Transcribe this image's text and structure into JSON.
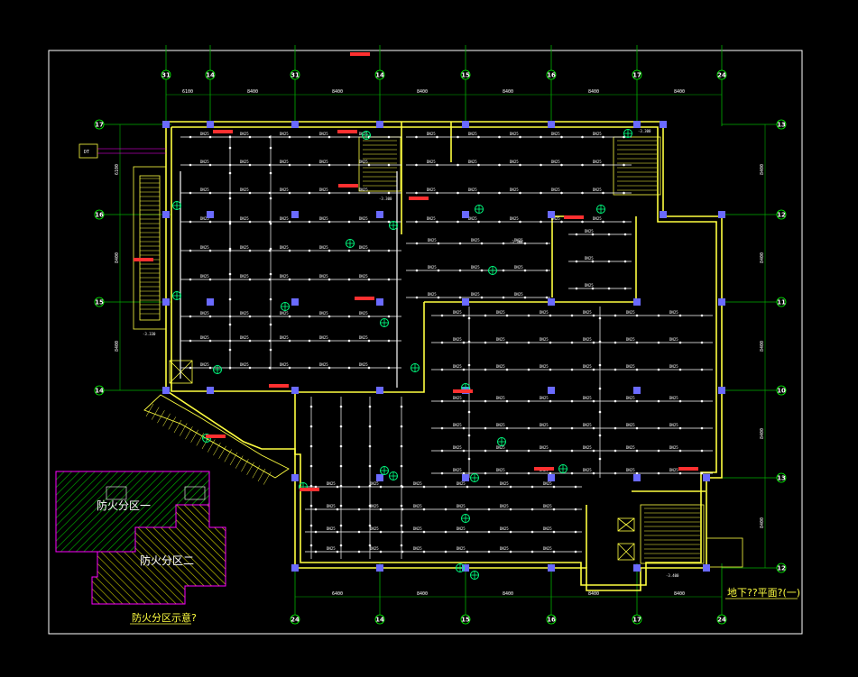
{
  "drawing": {
    "title": "地下??平面?(一)",
    "legend_caption": "防火分区示意?",
    "zone_labels": [
      "防火分区一",
      "防火分区二"
    ],
    "axis_labels_top": [
      "31",
      "14",
      "31",
      "14",
      "15",
      "16",
      "17",
      "24"
    ],
    "axis_labels_bottom": [
      "24",
      "14",
      "15",
      "16",
      "17",
      "24"
    ],
    "axis_labels_right": [
      "13",
      "12",
      "11",
      "10",
      "13",
      "12"
    ],
    "axis_labels_left": [
      "17",
      "16",
      "15",
      "14"
    ],
    "top_dimensions": [
      "6100",
      "8400",
      "8400",
      "8400",
      "8400",
      "8400",
      "8400"
    ],
    "bottom_dimensions": [
      "6400",
      "8400",
      "8400",
      "8400",
      "8400"
    ],
    "left_dimensions": [
      "6100",
      "8400",
      "8400"
    ],
    "right_dimensions": [
      "8400",
      "8400",
      "8400",
      "8400",
      "8400"
    ],
    "level_marks": [
      "-3.330",
      "-3.300",
      "-3.300",
      "-3.400",
      "-3.300"
    ],
    "elevator_tag": "DT",
    "colors": {
      "background": "#000000",
      "wall": "#ffff40",
      "pipe": "#ffffff",
      "axis_line": "#00ff00",
      "column": "#6a6aff",
      "alarm_text": "#ff3030",
      "hydrant": "#00ff80",
      "legend_border": "#ff00ff",
      "zone_one_hatch": "#00c000",
      "zone_two_hatch": "#ffff40",
      "frame": "#ffffff"
    }
  }
}
